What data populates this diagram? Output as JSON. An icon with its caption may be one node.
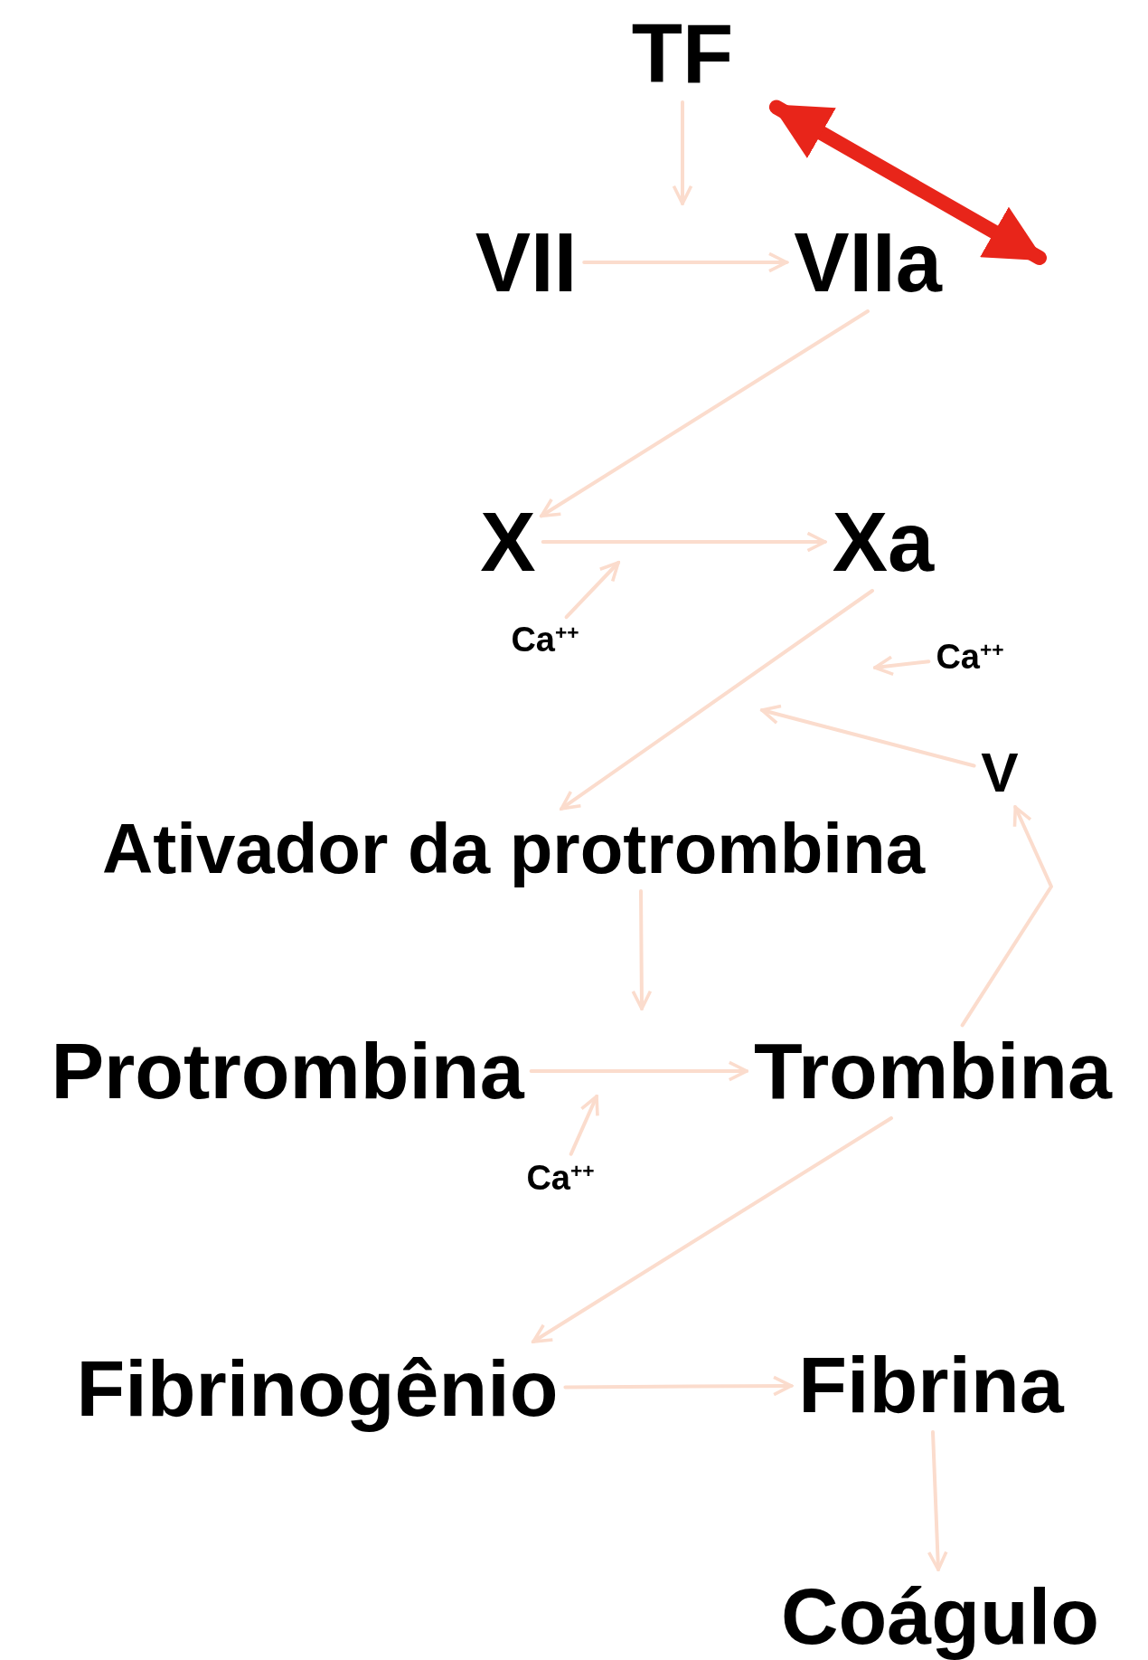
{
  "diagram": {
    "nodes": [
      {
        "text": [
          "TF"
        ]
      },
      {
        "text": [
          "VII"
        ]
      },
      {
        "text": [
          "VIIa"
        ]
      },
      {
        "text": [
          "X"
        ]
      },
      {
        "text": [
          "Xa"
        ]
      },
      {
        "text": [
          "Ca$^{++}$"
        ]
      },
      {
        "text": [
          "Ca$^{++}$"
        ]
      },
      {
        "text": [
          "V"
        ]
      },
      {
        "text": [
          "Ativador da protrombina"
        ]
      },
      {
        "text": [
          "Protrombina"
        ]
      },
      {
        "text": [
          "Trombina"
        ]
      },
      {
        "text": [
          "Ca$^{++}$"
        ]
      },
      {
        "text": [
          "Fibrinogênio"
        ]
      },
      {
        "text": [
          "Fibrina"
        ]
      },
      {
        "text": [
          "Coágulo"
        ]
      }
    ],
    "edges": [
      {
        "from": 0,
        "to": null,
        "arrow": "to"
      },
      {
        "from": 1,
        "to": 2,
        "arrow": "to"
      },
      {
        "from": 2,
        "to": 3,
        "arrow": "to"
      },
      {
        "from": 3,
        "to": 4,
        "arrow": "to"
      },
      {
        "from": 5,
        "to": null,
        "arrow": "to"
      },
      {
        "from": 4,
        "to": 8,
        "arrow": "to"
      },
      {
        "from": 6,
        "to": null,
        "arrow": "to"
      },
      {
        "from": 7,
        "to": null,
        "arrow": "to"
      },
      {
        "from": 8,
        "to": null,
        "arrow": "to"
      },
      {
        "from": 9,
        "to": 10,
        "arrow": "to"
      },
      {
        "from": 11,
        "to": null,
        "arrow": "to"
      },
      {
        "from": 10,
        "to": 7,
        "arrow": "to"
      },
      {
        "from": 10,
        "to": 12,
        "arrow": "to"
      },
      {
        "from": 12,
        "to": 13,
        "arrow": "to"
      },
      {
        "from": 13,
        "to": 14,
        "arrow": "to"
      },
      {
        "from": 0,
        "to": null,
        "arrow": "both",
        "style": "thick",
        "color": "#e8251a"
      }
    ]
  }
}
